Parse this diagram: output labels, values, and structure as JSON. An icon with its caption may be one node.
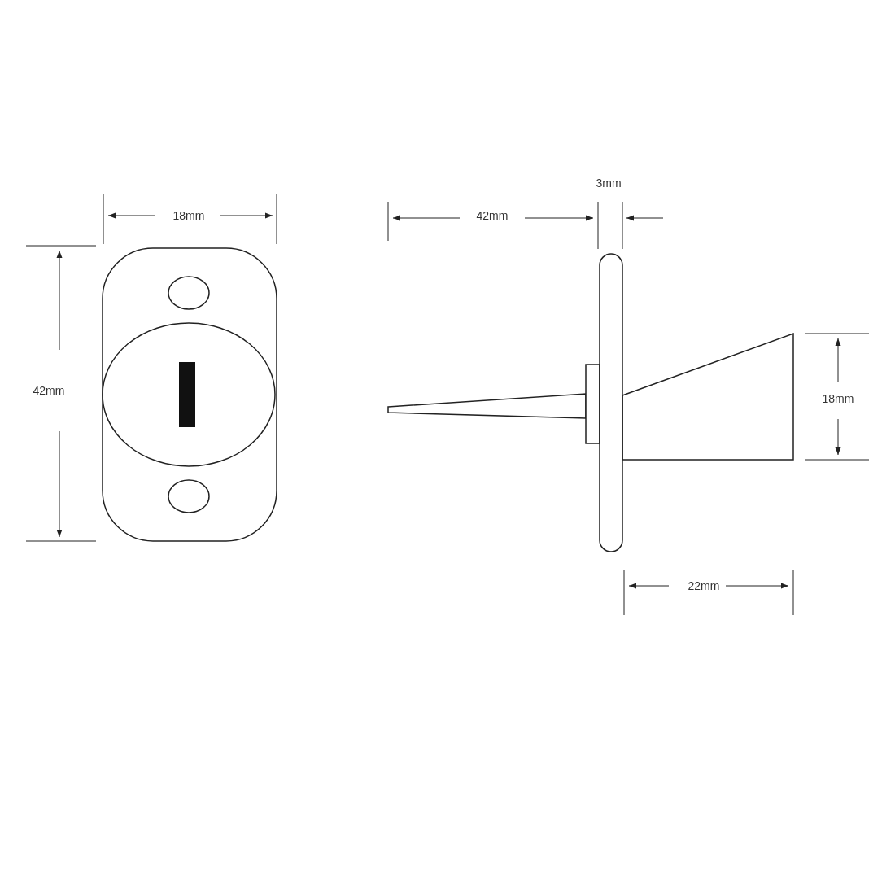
{
  "diagram": {
    "labels": [
      "3mm",
      "18mm",
      "42mm",
      "42mm",
      "18mm",
      "22mm"
    ]
  }
}
